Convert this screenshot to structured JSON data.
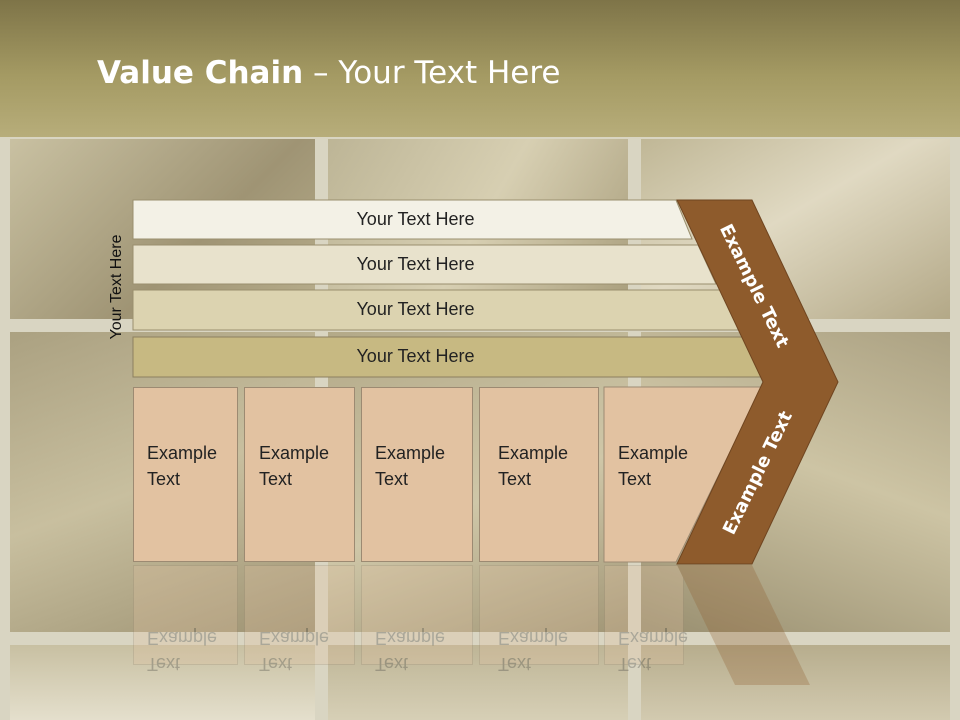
{
  "title": {
    "bold": "Value Chain",
    "separator": " – ",
    "rest": "Your Text Here"
  },
  "side_label": "Your Text Here",
  "bars": [
    {
      "label": "Your Text Here",
      "color": "#f3f1e6"
    },
    {
      "label": "Your Text Here",
      "color": "#e8e2cc"
    },
    {
      "label": "Your Text Here",
      "color": "#dcd3b0"
    },
    {
      "label": "Your Text Here",
      "color": "#c7b982"
    }
  ],
  "columns": [
    {
      "line1": "Example",
      "line2": "Text"
    },
    {
      "line1": "Example",
      "line2": "Text"
    },
    {
      "line1": "Example",
      "line2": "Text"
    },
    {
      "line1": "Example",
      "line2": "Text"
    },
    {
      "line1": "Example",
      "line2": "Text"
    }
  ],
  "chevron": {
    "upper": "Example Text",
    "lower": "Example Text",
    "color": "#8e5b2c"
  },
  "colors": {
    "header": "#a49a63",
    "title_text": "#ffffff",
    "column_fill": "#e2c2a1"
  }
}
